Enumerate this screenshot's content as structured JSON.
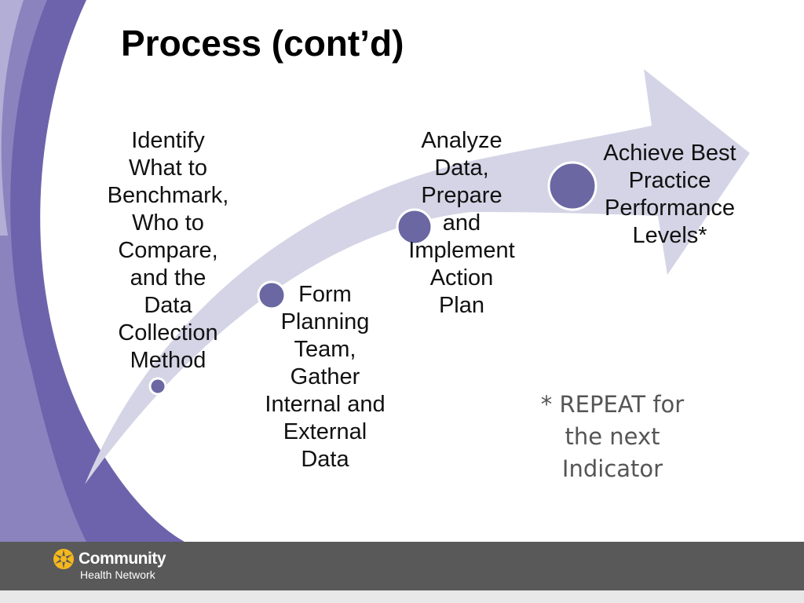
{
  "slide": {
    "title": "Process (cont’d)",
    "steps": [
      {
        "text": "Identify\nWhat to\nBenchmark,\nWho to\nCompare,\nand the\nData\nCollection\nMethod"
      },
      {
        "text": "Form\nPlanning\nTeam,\nGather\nInternal and\nExternal\nData"
      },
      {
        "text": "Analyze\nData,\nPrepare\nand\nImplement\nAction\nPlan"
      },
      {
        "text": "Achieve Best\nPractice\nPerformance\nLevels*"
      }
    ],
    "note": "* REPEAT for\nthe next\nIndicator"
  },
  "footer": {
    "logo_name": "Community",
    "logo_sub": "Health Network"
  },
  "colors": {
    "arrow": "#d4d4e6",
    "node": "#6a67a3",
    "purple_band": "#6d63ac",
    "footer": "#595959",
    "accent": "#f5b81c"
  },
  "icons": {
    "logo": "star-burst-logo-icon"
  }
}
